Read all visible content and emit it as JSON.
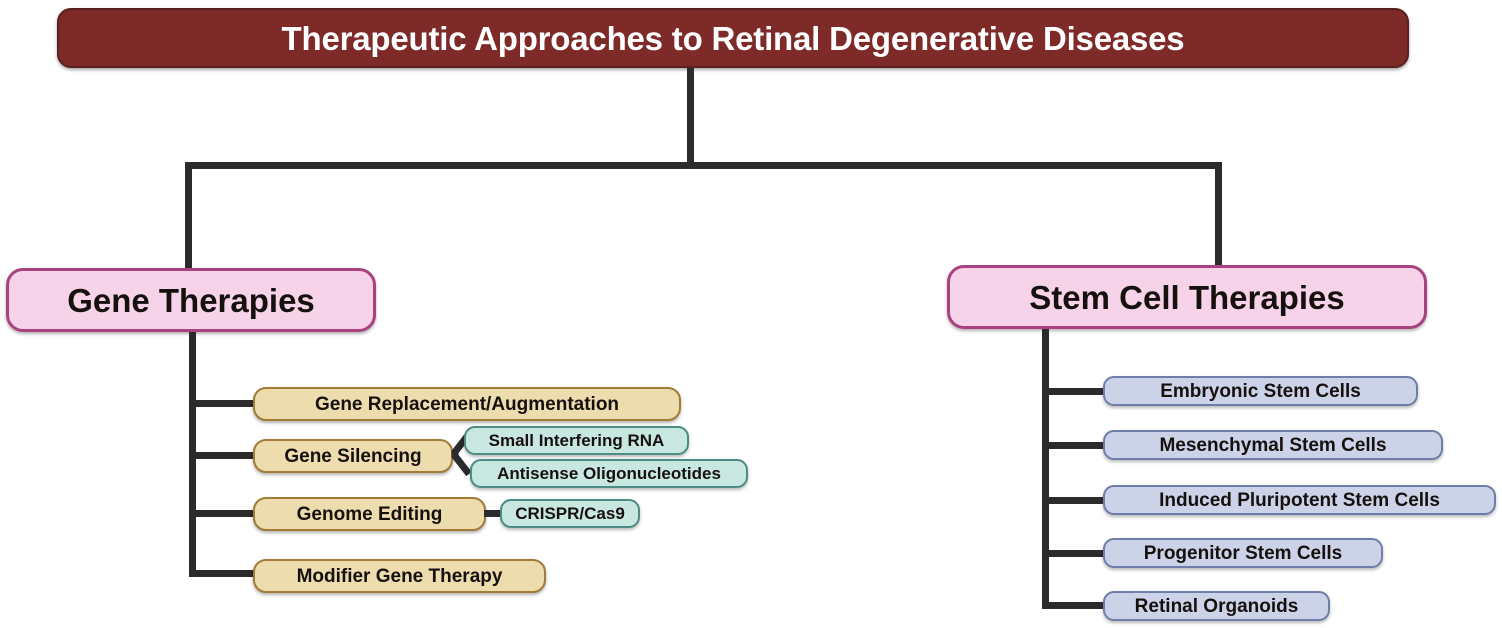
{
  "diagram": {
    "title": "Therapeutic Approaches to Retinal Degenerative Diseases",
    "colors": {
      "title_fill": "#7d2a28",
      "title_border": "#59201f",
      "title_text": "#ffffff",
      "level1_fill": "#f6d3e8",
      "level1_border": "#a8437f",
      "gene_sub_fill": "#ecdcae",
      "gene_sub_border": "#a07c36",
      "gene_detail_fill": "#c7e7e0",
      "gene_detail_border": "#4d8c85",
      "stem_sub_fill": "#ccd3e8",
      "stem_sub_border": "#6f7ea8",
      "connector": "#2b2b2b",
      "background": "#ffffff"
    },
    "branches": {
      "gene": {
        "label": "Gene Therapies",
        "children": [
          {
            "label": "Gene Replacement/Augmentation",
            "details": []
          },
          {
            "label": "Gene Silencing",
            "details": [
              "Small Interfering RNA",
              "Antisense Oligonucleotides"
            ]
          },
          {
            "label": "Genome Editing",
            "details": [
              "CRISPR/Cas9"
            ]
          },
          {
            "label": "Modifier Gene Therapy",
            "details": []
          }
        ]
      },
      "stem": {
        "label": "Stem Cell Therapies",
        "children": [
          {
            "label": "Embryonic Stem Cells"
          },
          {
            "label": "Mesenchymal Stem Cells"
          },
          {
            "label": "Induced Pluripotent Stem Cells"
          },
          {
            "label": "Progenitor Stem Cells"
          },
          {
            "label": "Retinal Organoids"
          }
        ]
      }
    }
  }
}
